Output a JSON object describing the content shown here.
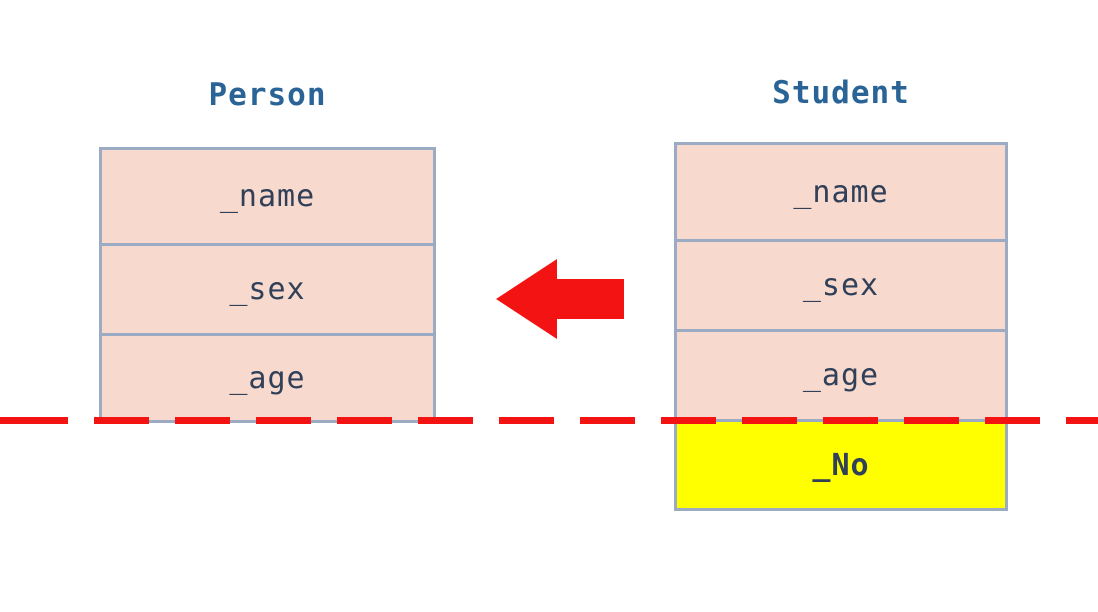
{
  "diagram": {
    "type": "class-inheritance-diagram",
    "background_color": "#FFFFFF",
    "palette": {
      "title_color": "#2A6496",
      "attribute_text_color": "#2F4058",
      "box_fill": "#F8D9CE",
      "box_border": "#9BABC4",
      "highlight_fill": "#FFFF00",
      "accent_red": "#F41313"
    },
    "classes": [
      {
        "id": "person",
        "title": "Person",
        "attributes": [
          {
            "label": "_name",
            "highlighted": false
          },
          {
            "label": "_sex",
            "highlighted": false
          },
          {
            "label": "_age",
            "highlighted": false
          }
        ]
      },
      {
        "id": "student",
        "title": "Student",
        "attributes": [
          {
            "label": "_name",
            "highlighted": false
          },
          {
            "label": "_sex",
            "highlighted": false
          },
          {
            "label": "_age",
            "highlighted": false
          },
          {
            "label": "_No",
            "highlighted": true
          }
        ]
      }
    ],
    "connectors": [
      {
        "id": "inheritance-arrow",
        "icon": "arrow-left-icon",
        "direction": "left",
        "color": "#F41313",
        "from": "student",
        "to": "person"
      }
    ],
    "separator": {
      "id": "baseline",
      "icon": "dashed-line-icon",
      "style": "dashed",
      "color": "#F41313",
      "orientation": "horizontal"
    }
  }
}
